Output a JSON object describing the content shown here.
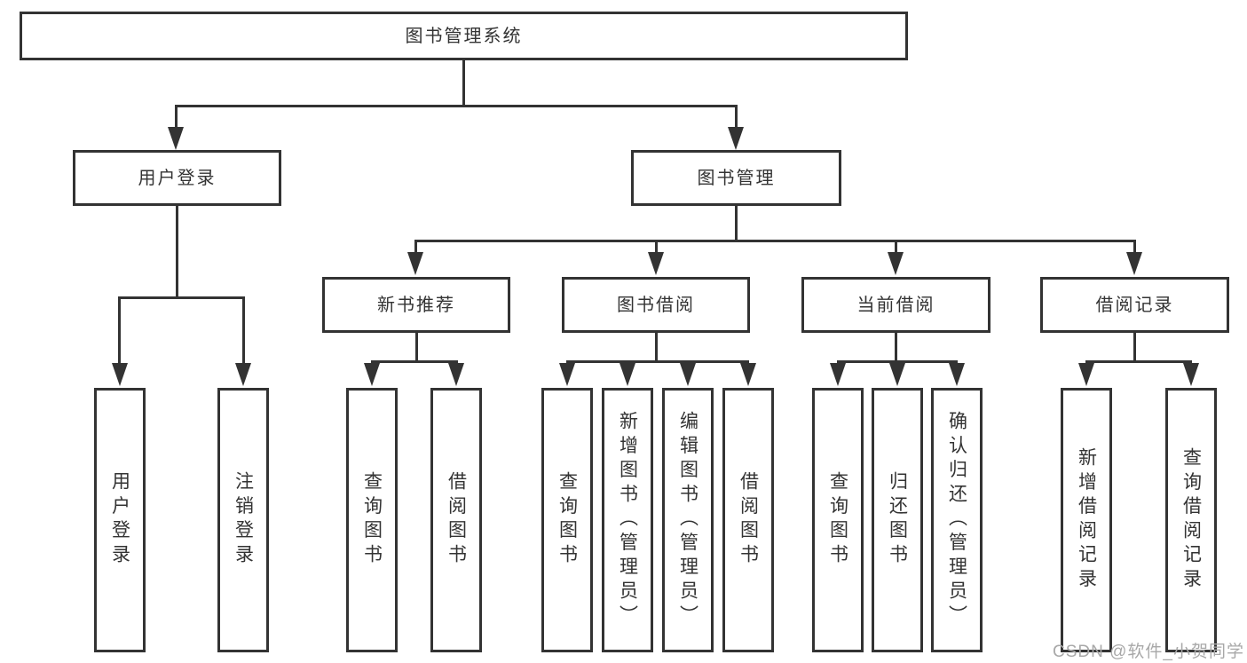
{
  "tree": {
    "root": {
      "label": "图书管理系统"
    },
    "children": [
      {
        "label": "用户登录",
        "children": [
          {
            "label": "用户登录"
          },
          {
            "label": "注销登录"
          }
        ]
      },
      {
        "label": "图书管理",
        "children": [
          {
            "label": "新书推荐",
            "children": [
              {
                "label": "查询图书"
              },
              {
                "label": "借阅图书"
              }
            ]
          },
          {
            "label": "图书借阅",
            "children": [
              {
                "label": "查询图书"
              },
              {
                "label": "新增图书（管理员）"
              },
              {
                "label": "编辑图书（管理员）"
              },
              {
                "label": "借阅图书"
              }
            ]
          },
          {
            "label": "当前借阅",
            "children": [
              {
                "label": "查询图书"
              },
              {
                "label": "归还图书"
              },
              {
                "label": "确认归还（管理员）"
              }
            ]
          },
          {
            "label": "借阅记录",
            "children": [
              {
                "label": "新增借阅记录"
              },
              {
                "label": "查询借阅记录"
              }
            ]
          }
        ]
      }
    ]
  },
  "watermark": {
    "text": "CSDN @软件_小贺同学"
  },
  "colors": {
    "line": "#333333",
    "text": "#333333",
    "background": "#ffffff",
    "watermark": "#a8a8a8"
  }
}
